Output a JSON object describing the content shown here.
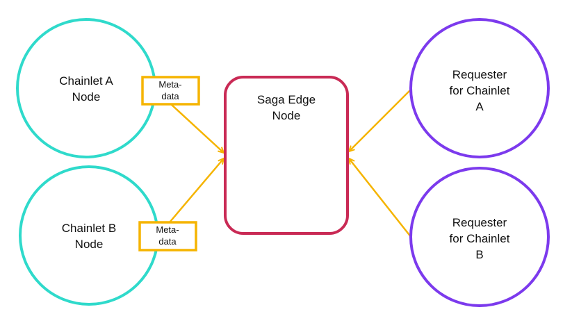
{
  "colors": {
    "chainlet": "#2fdacb",
    "edge": "#c92a55",
    "requester": "#7c3aed",
    "metadata": "#f5b400",
    "arrow": "#f5b400",
    "text": "#111111"
  },
  "nodes": {
    "chainlet_a": {
      "line1": "Chainlet A",
      "line2": "Node"
    },
    "chainlet_b": {
      "line1": "Chainlet B",
      "line2": "Node"
    },
    "saga_edge": {
      "line1": "Saga Edge",
      "line2": "Node"
    },
    "requester_a": {
      "line1": "Requester",
      "line2": "for Chainlet",
      "line3": "A"
    },
    "requester_b": {
      "line1": "Requester",
      "line2": "for Chainlet",
      "line3": "B"
    }
  },
  "metadata": {
    "a": {
      "line1": "Meta-",
      "line2": "data"
    },
    "b": {
      "line1": "Meta-",
      "line2": "data"
    }
  }
}
